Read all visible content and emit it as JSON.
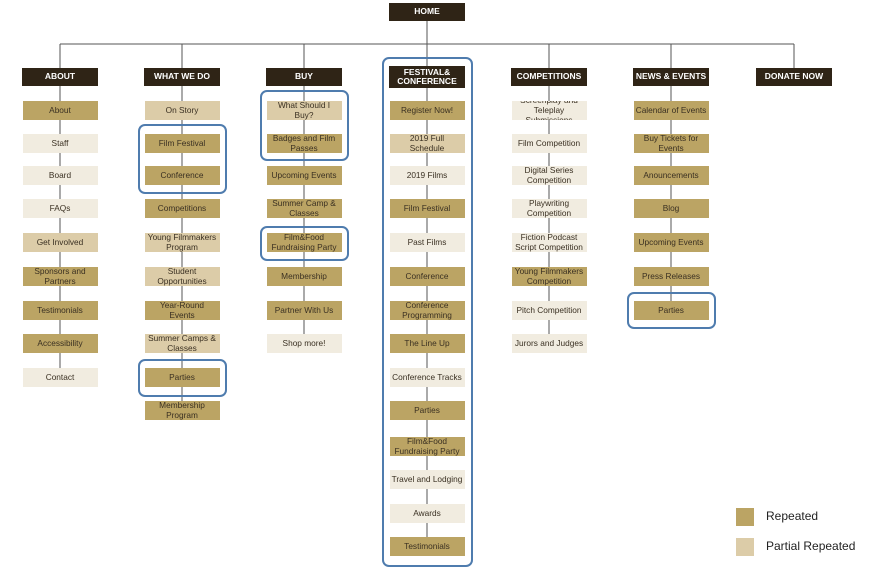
{
  "colors": {
    "dark": "#2f2416",
    "repeated": "#bba464",
    "partial_repeated": "#dccca8",
    "unique": "#f1ece0",
    "highlight": "#4f7cae"
  },
  "root": "HOME",
  "columns": [
    {
      "header": "ABOUT",
      "items": [
        {
          "label": "About",
          "status": "repeated"
        },
        {
          "label": "Staff",
          "status": "unique"
        },
        {
          "label": "Board",
          "status": "unique"
        },
        {
          "label": "FAQs",
          "status": "unique"
        },
        {
          "label": "Get Involved",
          "status": "partial"
        },
        {
          "label": "Sponsors and Partners",
          "status": "repeated"
        },
        {
          "label": "Testimonials",
          "status": "repeated"
        },
        {
          "label": "Accessibility",
          "status": "repeated"
        },
        {
          "label": "Contact",
          "status": "unique"
        }
      ]
    },
    {
      "header": "WHAT WE DO",
      "items": [
        {
          "label": "On Story",
          "status": "partial"
        },
        {
          "label": "Film Festival",
          "status": "repeated"
        },
        {
          "label": "Conference",
          "status": "repeated"
        },
        {
          "label": "Competitions",
          "status": "repeated"
        },
        {
          "label": "Young Filmmakers Program",
          "status": "partial"
        },
        {
          "label": "Student Opportunities",
          "status": "partial"
        },
        {
          "label": "Year-Round Events",
          "status": "repeated"
        },
        {
          "label": "Summer Camps & Classes",
          "status": "partial"
        },
        {
          "label": "Parties",
          "status": "repeated"
        },
        {
          "label": "Membership Program",
          "status": "repeated"
        }
      ]
    },
    {
      "header": "BUY",
      "items": [
        {
          "label": "What Should I Buy?",
          "status": "partial"
        },
        {
          "label": "Badges and Film Passes",
          "status": "repeated"
        },
        {
          "label": "Upcoming Events",
          "status": "repeated"
        },
        {
          "label": "Summer Camp & Classes",
          "status": "repeated"
        },
        {
          "label": "Film&Food Fundraising Party",
          "status": "repeated"
        },
        {
          "label": "Membership",
          "status": "repeated"
        },
        {
          "label": "Partner With Us",
          "status": "repeated"
        },
        {
          "label": "Shop more!",
          "status": "unique"
        }
      ]
    },
    {
      "header": "FESTIVAL& CONFERENCE",
      "items": [
        {
          "label": "Register Now!",
          "status": "repeated"
        },
        {
          "label": "2019 Full Schedule",
          "status": "partial"
        },
        {
          "label": "2019 Films",
          "status": "unique"
        },
        {
          "label": "Film Festival",
          "status": "repeated"
        },
        {
          "label": "Past Films",
          "status": "unique"
        },
        {
          "label": "Conference",
          "status": "repeated"
        },
        {
          "label": "Conference Programming",
          "status": "repeated"
        },
        {
          "label": "The Line Up",
          "status": "repeated"
        },
        {
          "label": "Conference Tracks",
          "status": "unique"
        },
        {
          "label": "Parties",
          "status": "repeated"
        },
        {
          "label": "Film&Food Fundraising Party",
          "status": "repeated"
        },
        {
          "label": "Travel and Lodging",
          "status": "unique"
        },
        {
          "label": "Awards",
          "status": "unique"
        },
        {
          "label": "Testimonials",
          "status": "repeated"
        }
      ]
    },
    {
      "header": "COMPETITIONS",
      "items": [
        {
          "label": "Screenplay and Teleplay Submissions",
          "status": "unique"
        },
        {
          "label": "Film Competition",
          "status": "unique"
        },
        {
          "label": "Digital Series Competition",
          "status": "unique"
        },
        {
          "label": "Playwriting Competition",
          "status": "unique"
        },
        {
          "label": "Fiction Podcast Script Competition",
          "status": "unique"
        },
        {
          "label": "Young Filmmakers Competition",
          "status": "repeated"
        },
        {
          "label": "Pitch Competition",
          "status": "unique"
        },
        {
          "label": "Jurors and Judges",
          "status": "unique"
        }
      ]
    },
    {
      "header": "NEWS & EVENTS",
      "items": [
        {
          "label": "Calendar of Events",
          "status": "repeated"
        },
        {
          "label": "Buy Tickets for Events",
          "status": "repeated"
        },
        {
          "label": "Anouncements",
          "status": "repeated"
        },
        {
          "label": "Blog",
          "status": "repeated"
        },
        {
          "label": "Upcoming Events",
          "status": "repeated"
        },
        {
          "label": "Press Releases",
          "status": "repeated"
        },
        {
          "label": "Parties",
          "status": "repeated"
        }
      ]
    },
    {
      "header": "DONATE NOW",
      "items": []
    }
  ],
  "legend": [
    {
      "label": "Repeated",
      "status": "repeated"
    },
    {
      "label": "Partial Repeated",
      "status": "partial"
    }
  ]
}
